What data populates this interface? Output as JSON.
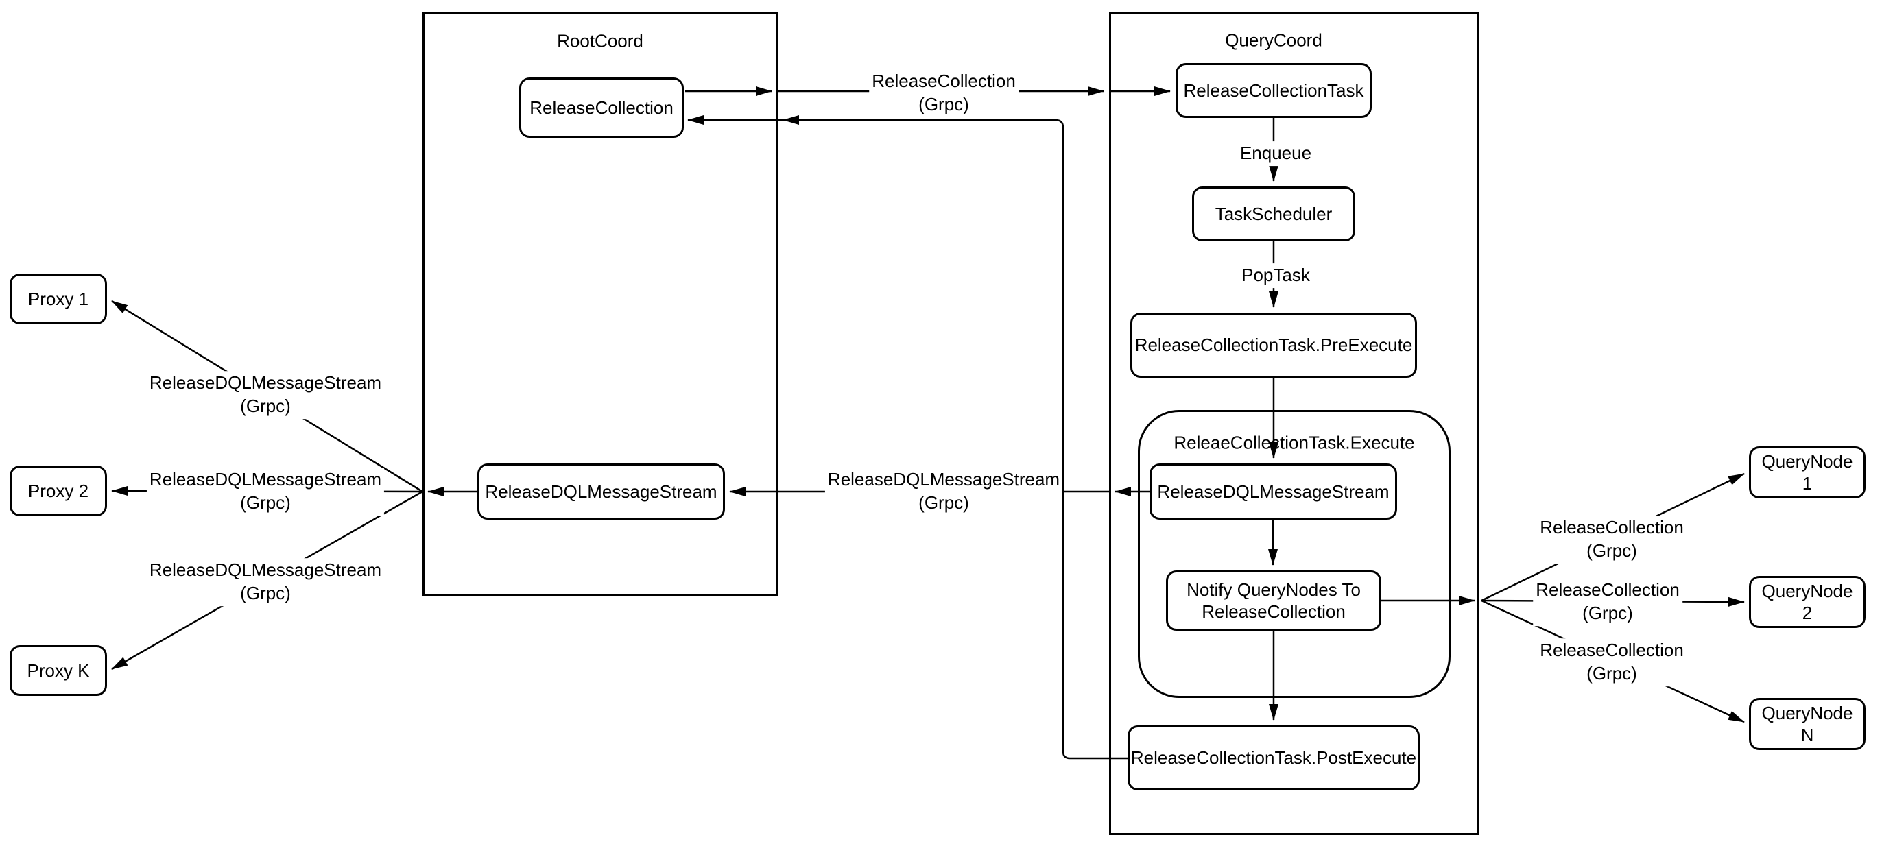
{
  "diagram": {
    "colors": {
      "stroke": "#000000",
      "node_fill": "#ffffff",
      "background": "#ffffff",
      "text": "#000000"
    },
    "containers": {
      "rootcoord": {
        "title": "RootCoord"
      },
      "querycoord": {
        "title": "QueryCoord"
      },
      "execute_group": {
        "title": "ReleaeCollectionTask.Execute"
      }
    },
    "nodes": {
      "proxy_1": {
        "label": "Proxy 1"
      },
      "proxy_2": {
        "label": "Proxy 2"
      },
      "proxy_k": {
        "label": "Proxy K"
      },
      "release_collection": {
        "label": "ReleaseCollection"
      },
      "root_release_dql": {
        "label": "ReleaseDQLMessageStream"
      },
      "release_collection_task": {
        "label": "ReleaseCollectionTask"
      },
      "task_scheduler": {
        "label": "TaskScheduler"
      },
      "pre_execute": {
        "label": "ReleaseCollectionTask.PreExecute"
      },
      "query_release_dql": {
        "label": "ReleaseDQLMessageStream"
      },
      "notify_querynodes": {
        "label": "Notify QueryNodes To ReleaseCollection"
      },
      "post_execute": {
        "label": "ReleaseCollectionTask.PostExecute"
      },
      "querynode_1": {
        "label": "QueryNode 1"
      },
      "querynode_2": {
        "label": "QueryNode 2"
      },
      "querynode_n": {
        "label": "QueryNode N"
      }
    },
    "flow_labels": {
      "enqueue": {
        "text": "Enqueue"
      },
      "poptask": {
        "text": "PopTask"
      }
    },
    "edge_labels": {
      "grpc_release_collection_top": {
        "line1": "ReleaseCollection",
        "line2": "(Grpc)"
      },
      "grpc_dql_mid": {
        "line1": "ReleaseDQLMessageStream",
        "line2": "(Grpc)"
      },
      "grpc_dql_proxy1": {
        "line1": "ReleaseDQLMessageStream",
        "line2": "(Grpc)"
      },
      "grpc_dql_proxy2": {
        "line1": "ReleaseDQLMessageStream",
        "line2": "(Grpc)"
      },
      "grpc_dql_proxyk": {
        "line1": "ReleaseDQLMessageStream",
        "line2": "(Grpc)"
      },
      "grpc_rc_qn1": {
        "line1": "ReleaseCollection",
        "line2": "(Grpc)"
      },
      "grpc_rc_qn2": {
        "line1": "ReleaseCollection",
        "line2": "(Grpc)"
      },
      "grpc_rc_qnn": {
        "line1": "ReleaseCollection",
        "line2": "(Grpc)"
      }
    }
  }
}
